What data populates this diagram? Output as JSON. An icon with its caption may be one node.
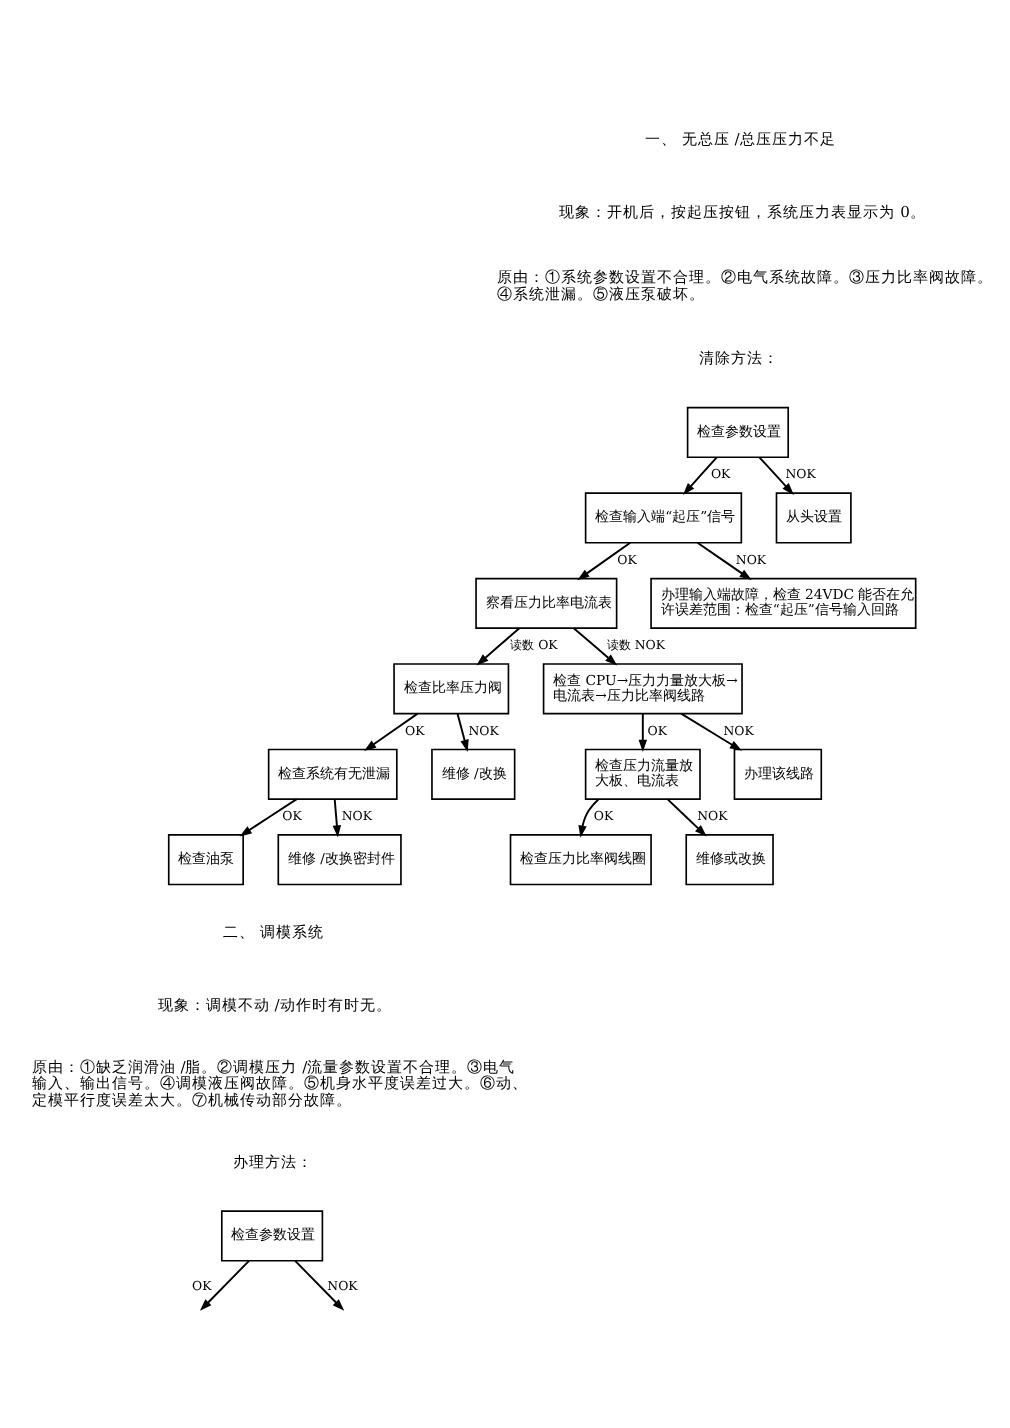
{
  "diagram": {
    "nodes": [
      {
        "text": [
          "检查参数设置"
        ]
      },
      {
        "text": [
          "检查输入端“起压”信号"
        ]
      },
      {
        "text": [
          "从头设置"
        ]
      },
      {
        "text": [
          "察看压力比率电流表"
        ]
      },
      {
        "text": [
          "办理输入端故障，检查 24VDC 能否在允许误差范围：检查“起压”信号输入回路"
        ]
      },
      {
        "text": [
          "检查比率压力阀"
        ]
      },
      {
        "text": [
          "检查 CPU→压力力量放大板→电流表→压力比率阀线路"
        ]
      },
      {
        "text": [
          "检查系统有无泄漏"
        ]
      },
      {
        "text": [
          "维修 /改换"
        ]
      },
      {
        "text": [
          "检查压力流量放大板、电流表"
        ]
      },
      {
        "text": [
          "办理该线路"
        ]
      },
      {
        "text": [
          "检查油泵"
        ]
      },
      {
        "text": [
          "维修 /改换密封件"
        ]
      },
      {
        "text": [
          "检查压力比率阀线圈"
        ]
      },
      {
        "text": [
          "维修或改换"
        ]
      },
      {
        "text": [
          "检查参数设置"
        ]
      }
    ],
    "edges": [
      {
        "from": 0,
        "to": 1,
        "arrow": "to",
        "label": "OK"
      },
      {
        "from": 0,
        "to": 2,
        "arrow": "to",
        "label": "NOK"
      },
      {
        "from": 1,
        "to": 3,
        "arrow": "to",
        "label": "OK"
      },
      {
        "from": 1,
        "to": 4,
        "arrow": "to",
        "label": "NOK"
      },
      {
        "from": 3,
        "to": 5,
        "arrow": "to",
        "label": "读数 OK"
      },
      {
        "from": 3,
        "to": 6,
        "arrow": "to",
        "label": "读数 NOK"
      },
      {
        "from": 5,
        "to": 7,
        "arrow": "to",
        "label": "OK"
      },
      {
        "from": 5,
        "to": 8,
        "arrow": "to",
        "label": "NOK"
      },
      {
        "from": 6,
        "to": 9,
        "arrow": "to",
        "label": "OK"
      },
      {
        "from": 6,
        "to": 10,
        "arrow": "to",
        "label": "NOK"
      },
      {
        "from": 7,
        "to": 11,
        "arrow": "to",
        "label": "OK"
      },
      {
        "from": 7,
        "to": 12,
        "arrow": "to",
        "label": "NOK"
      },
      {
        "from": 9,
        "to": 13,
        "arrow": "to",
        "label": "OK"
      },
      {
        "from": 9,
        "to": 14,
        "arrow": "to",
        "label": "NOK"
      },
      {
        "from": 15,
        "to": null,
        "arrow": "to",
        "label": "OK"
      },
      {
        "from": 15,
        "to": null,
        "arrow": "to",
        "label": "NOK"
      }
    ],
    "labels": [
      "一、 无总压 /总压压力不足",
      "现象：开机后，按起压按钮，系统压力表显示为 0。",
      "原由：①系统参数设置不合理。②电气系统故障。③压力比率阀故障。④系统泄漏。⑤液压泵破坏。",
      "清除方法：",
      "二、 调模系统",
      "现象：调模不动 /动作时有时无。",
      "原由：①缺乏润滑油 /脂。②调模压力 /流量参数设置不合理。③电气输入、输出信号。④调模液压阀故障。⑤机身水平度误差过大。⑥动、定模平行度误差太大。⑦机械传动部分故障。",
      "办理方法："
    ]
  }
}
